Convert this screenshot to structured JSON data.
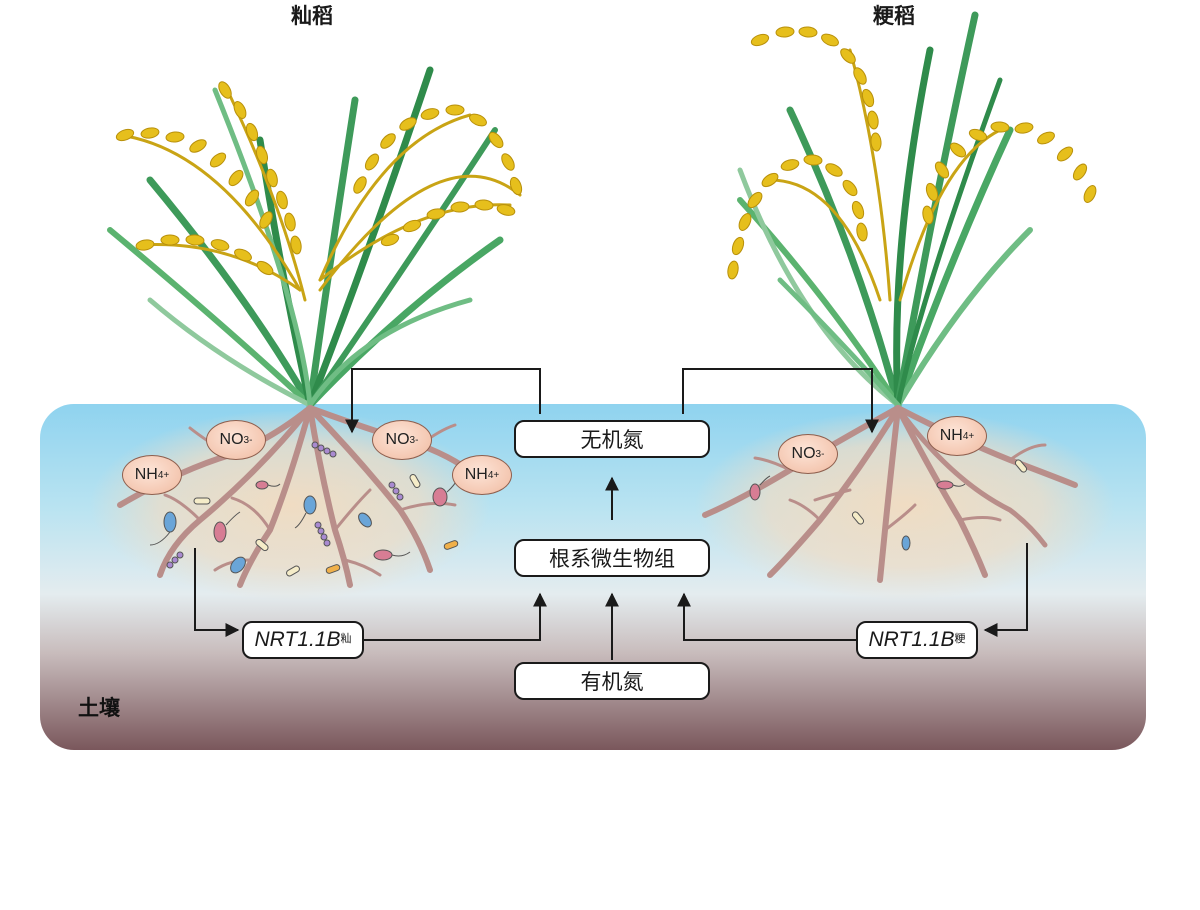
{
  "titles": {
    "left": "籼稻",
    "right": "粳稻"
  },
  "soil_label": "土壤",
  "boxes": {
    "inorganic_n": "无机氮",
    "microbiome": "根系微生物组",
    "organic_n": "有机氮"
  },
  "genes": {
    "left": {
      "name": "NRT1.1B",
      "superscript": "籼"
    },
    "right": {
      "name": "NRT1.1B",
      "superscript": "粳"
    }
  },
  "ions": {
    "no3": {
      "base": "NO",
      "sub": "3",
      "sup": "-"
    },
    "nh4": {
      "base": "NH",
      "sub": "4",
      "sup": "+"
    }
  },
  "colors": {
    "soil_top": "#9ed8ef",
    "soil_mid": "#dfe7ec",
    "soil_bottom": "#7e5b60",
    "root": "#b98e8a",
    "leaf": "#3e9a5a",
    "grain": "#e6bf1c",
    "arrow": "#1a1a1a"
  }
}
